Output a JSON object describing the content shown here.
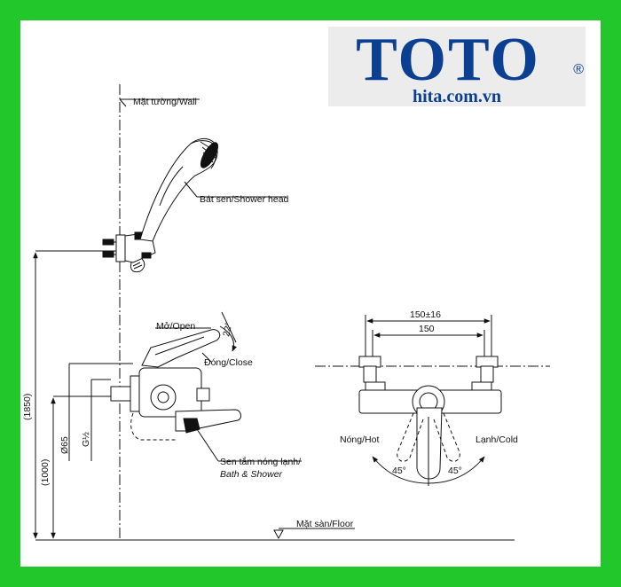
{
  "logo": {
    "brand": "TOTO",
    "registered": "®",
    "website": "hita.com.vn"
  },
  "labels": {
    "wall": "Mặt tường/Wall",
    "shower_head": "Bát sen/Shower head",
    "open": "Mở/Open",
    "close": "Đóng/Close",
    "angle_22": "22°",
    "bath_shower_1": "Sen tắm nóng lạnh/",
    "bath_shower_2": "Bath & Shower",
    "floor": "Mặt sàn/Floor",
    "hot": "Nóng/Hot",
    "cold": "Lạnh/Cold",
    "angle_hot": "45°",
    "angle_cold": "45°"
  },
  "dimensions": {
    "total_height": "(1850)",
    "mixer_height": "(1000)",
    "phi65": "Ø65",
    "thread": "G½",
    "spacing_range": "150±16",
    "spacing": "150"
  },
  "colors": {
    "frame": "#22c72c",
    "logo": "#0b3f91"
  }
}
